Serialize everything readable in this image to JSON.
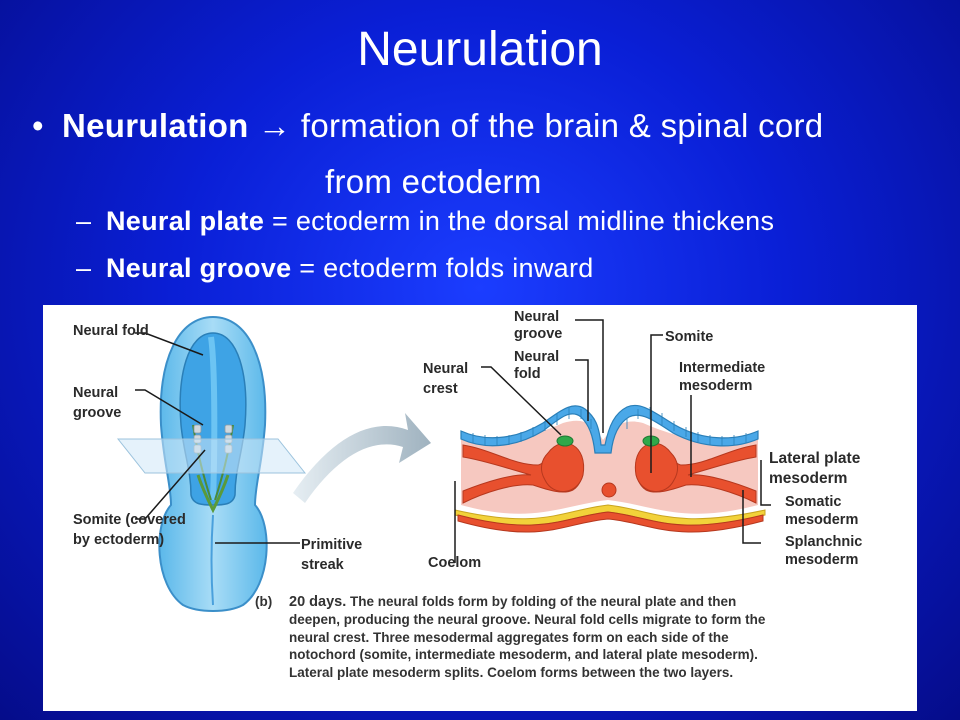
{
  "slide": {
    "title": "Neurulation",
    "bullet": {
      "term": "Neurulation",
      "arrow": "→",
      "definition_line1": "formation of the brain & spinal cord",
      "definition_line2": "from ectoderm"
    },
    "subbullets": [
      {
        "term": "Neural plate",
        "definition": "= ectoderm in the dorsal midline thickens"
      },
      {
        "term": "Neural groove",
        "definition": "= ectoderm folds inward"
      }
    ]
  },
  "figure": {
    "left_labels": {
      "neural_fold": "Neural fold",
      "neural_groove": "Neural groove",
      "somite": "Somite (covered by ectoderm)",
      "primitive_streak": "Primitive streak"
    },
    "right_labels": {
      "neural_groove": "Neural groove",
      "neural_fold": "Neural fold",
      "neural_crest": "Neural crest",
      "somite": "Somite",
      "intermediate_mesoderm": "Intermediate mesoderm",
      "lateral_plate_mesoderm": "Lateral plate mesoderm",
      "somatic_mesoderm": "Somatic mesoderm",
      "splanchnic_mesoderm": "Splanchnic mesoderm",
      "coelom": "Coelom"
    },
    "caption": {
      "tag": "(b)",
      "bold_lead": "20 days.",
      "text": "The neural folds form by folding of the neural plate and then deepen, producing the neural groove. Neural fold cells migrate to form the neural crest. Three mesodermal aggregates form on each side of the notochord (somite, intermediate mesoderm, and lateral plate mesoderm). Lateral plate mesoderm splits. Coelom forms between the two layers."
    }
  },
  "colors": {
    "background": "#0a1fd6",
    "ectoderm": "#4aa8e8",
    "mesoderm": "#e8502e",
    "endoderm": "#f2d23a",
    "neural_crest": "#2fa84a",
    "tissue_fill": "#f6c8c0"
  }
}
